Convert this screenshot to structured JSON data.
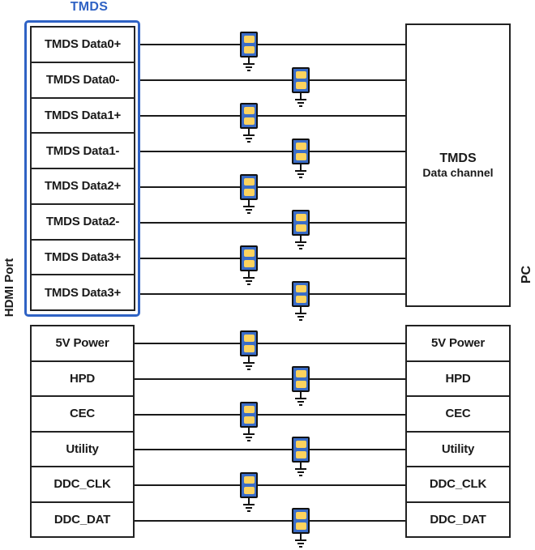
{
  "diagram": {
    "left_port_label": "HDMI Port",
    "right_port_label": "PC",
    "tmds_group": {
      "title": "TMDS",
      "rows": [
        "TMDS Data0+",
        "TMDS Data0-",
        "TMDS Data1+",
        "TMDS Data1-",
        "TMDS Data2+",
        "TMDS Data2-",
        "TMDS Data3+",
        "TMDS Data3+"
      ]
    },
    "pc_tmds_box": {
      "title": "TMDS",
      "subtitle": "Data channel"
    },
    "control_rows": [
      "5V Power",
      "HPD",
      "CEC",
      "Utility",
      "DDC_CLK",
      "DDC_DAT"
    ],
    "colors": {
      "accent_blue": "#2f62c4",
      "filter_body_blue": "#3a6cc7",
      "filter_pad_yellow": "#fdd35e",
      "wire_black": "#1a1a1a"
    }
  }
}
